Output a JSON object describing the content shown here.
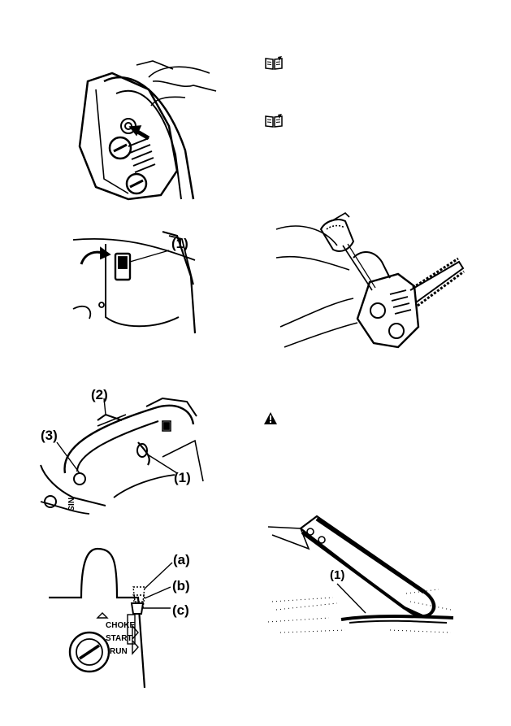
{
  "figures": {
    "switch": {
      "label_1": "(1)"
    },
    "handle": {
      "label_1": "(1)",
      "label_2": "(2)",
      "label_3": "(3)"
    },
    "choke_lever": {
      "label_a": "(a)",
      "label_b": "(b)",
      "label_c": "(c)",
      "position_choke": "CHOKE",
      "position_start": "START",
      "position_run": "RUN"
    },
    "kickback": {
      "label_1": "(1)"
    }
  },
  "icons": {
    "note_1": "book-note-icon",
    "note_2": "book-note-icon",
    "warning": "warning-triangle-icon"
  }
}
